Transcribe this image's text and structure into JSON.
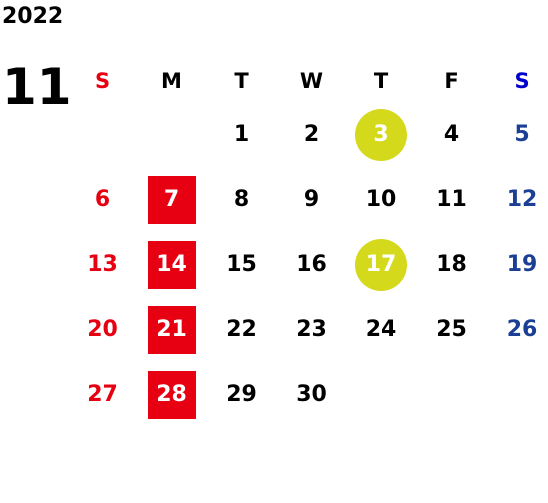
{
  "year": "2022",
  "month": "11",
  "weekdays": [
    "S",
    "M",
    "T",
    "W",
    "T",
    "F",
    "S"
  ],
  "weeks": [
    [
      "",
      "",
      "1",
      "2",
      "3",
      "4",
      "5"
    ],
    [
      "6",
      "7",
      "8",
      "9",
      "10",
      "11",
      "12"
    ],
    [
      "13",
      "14",
      "15",
      "16",
      "17",
      "18",
      "19"
    ],
    [
      "20",
      "21",
      "22",
      "23",
      "24",
      "25",
      "26"
    ],
    [
      "27",
      "28",
      "29",
      "30",
      "",
      "",
      ""
    ]
  ],
  "highlights": {
    "red_square": [
      "7",
      "14",
      "21",
      "28"
    ],
    "yellow_circle": [
      "3",
      "17"
    ]
  },
  "colors": {
    "sunday": "#e60012",
    "saturday": "#1b3f95",
    "saturday_header": "#0000cc",
    "square_highlight": "#e60012",
    "circle_highlight": "#d4d91c"
  }
}
